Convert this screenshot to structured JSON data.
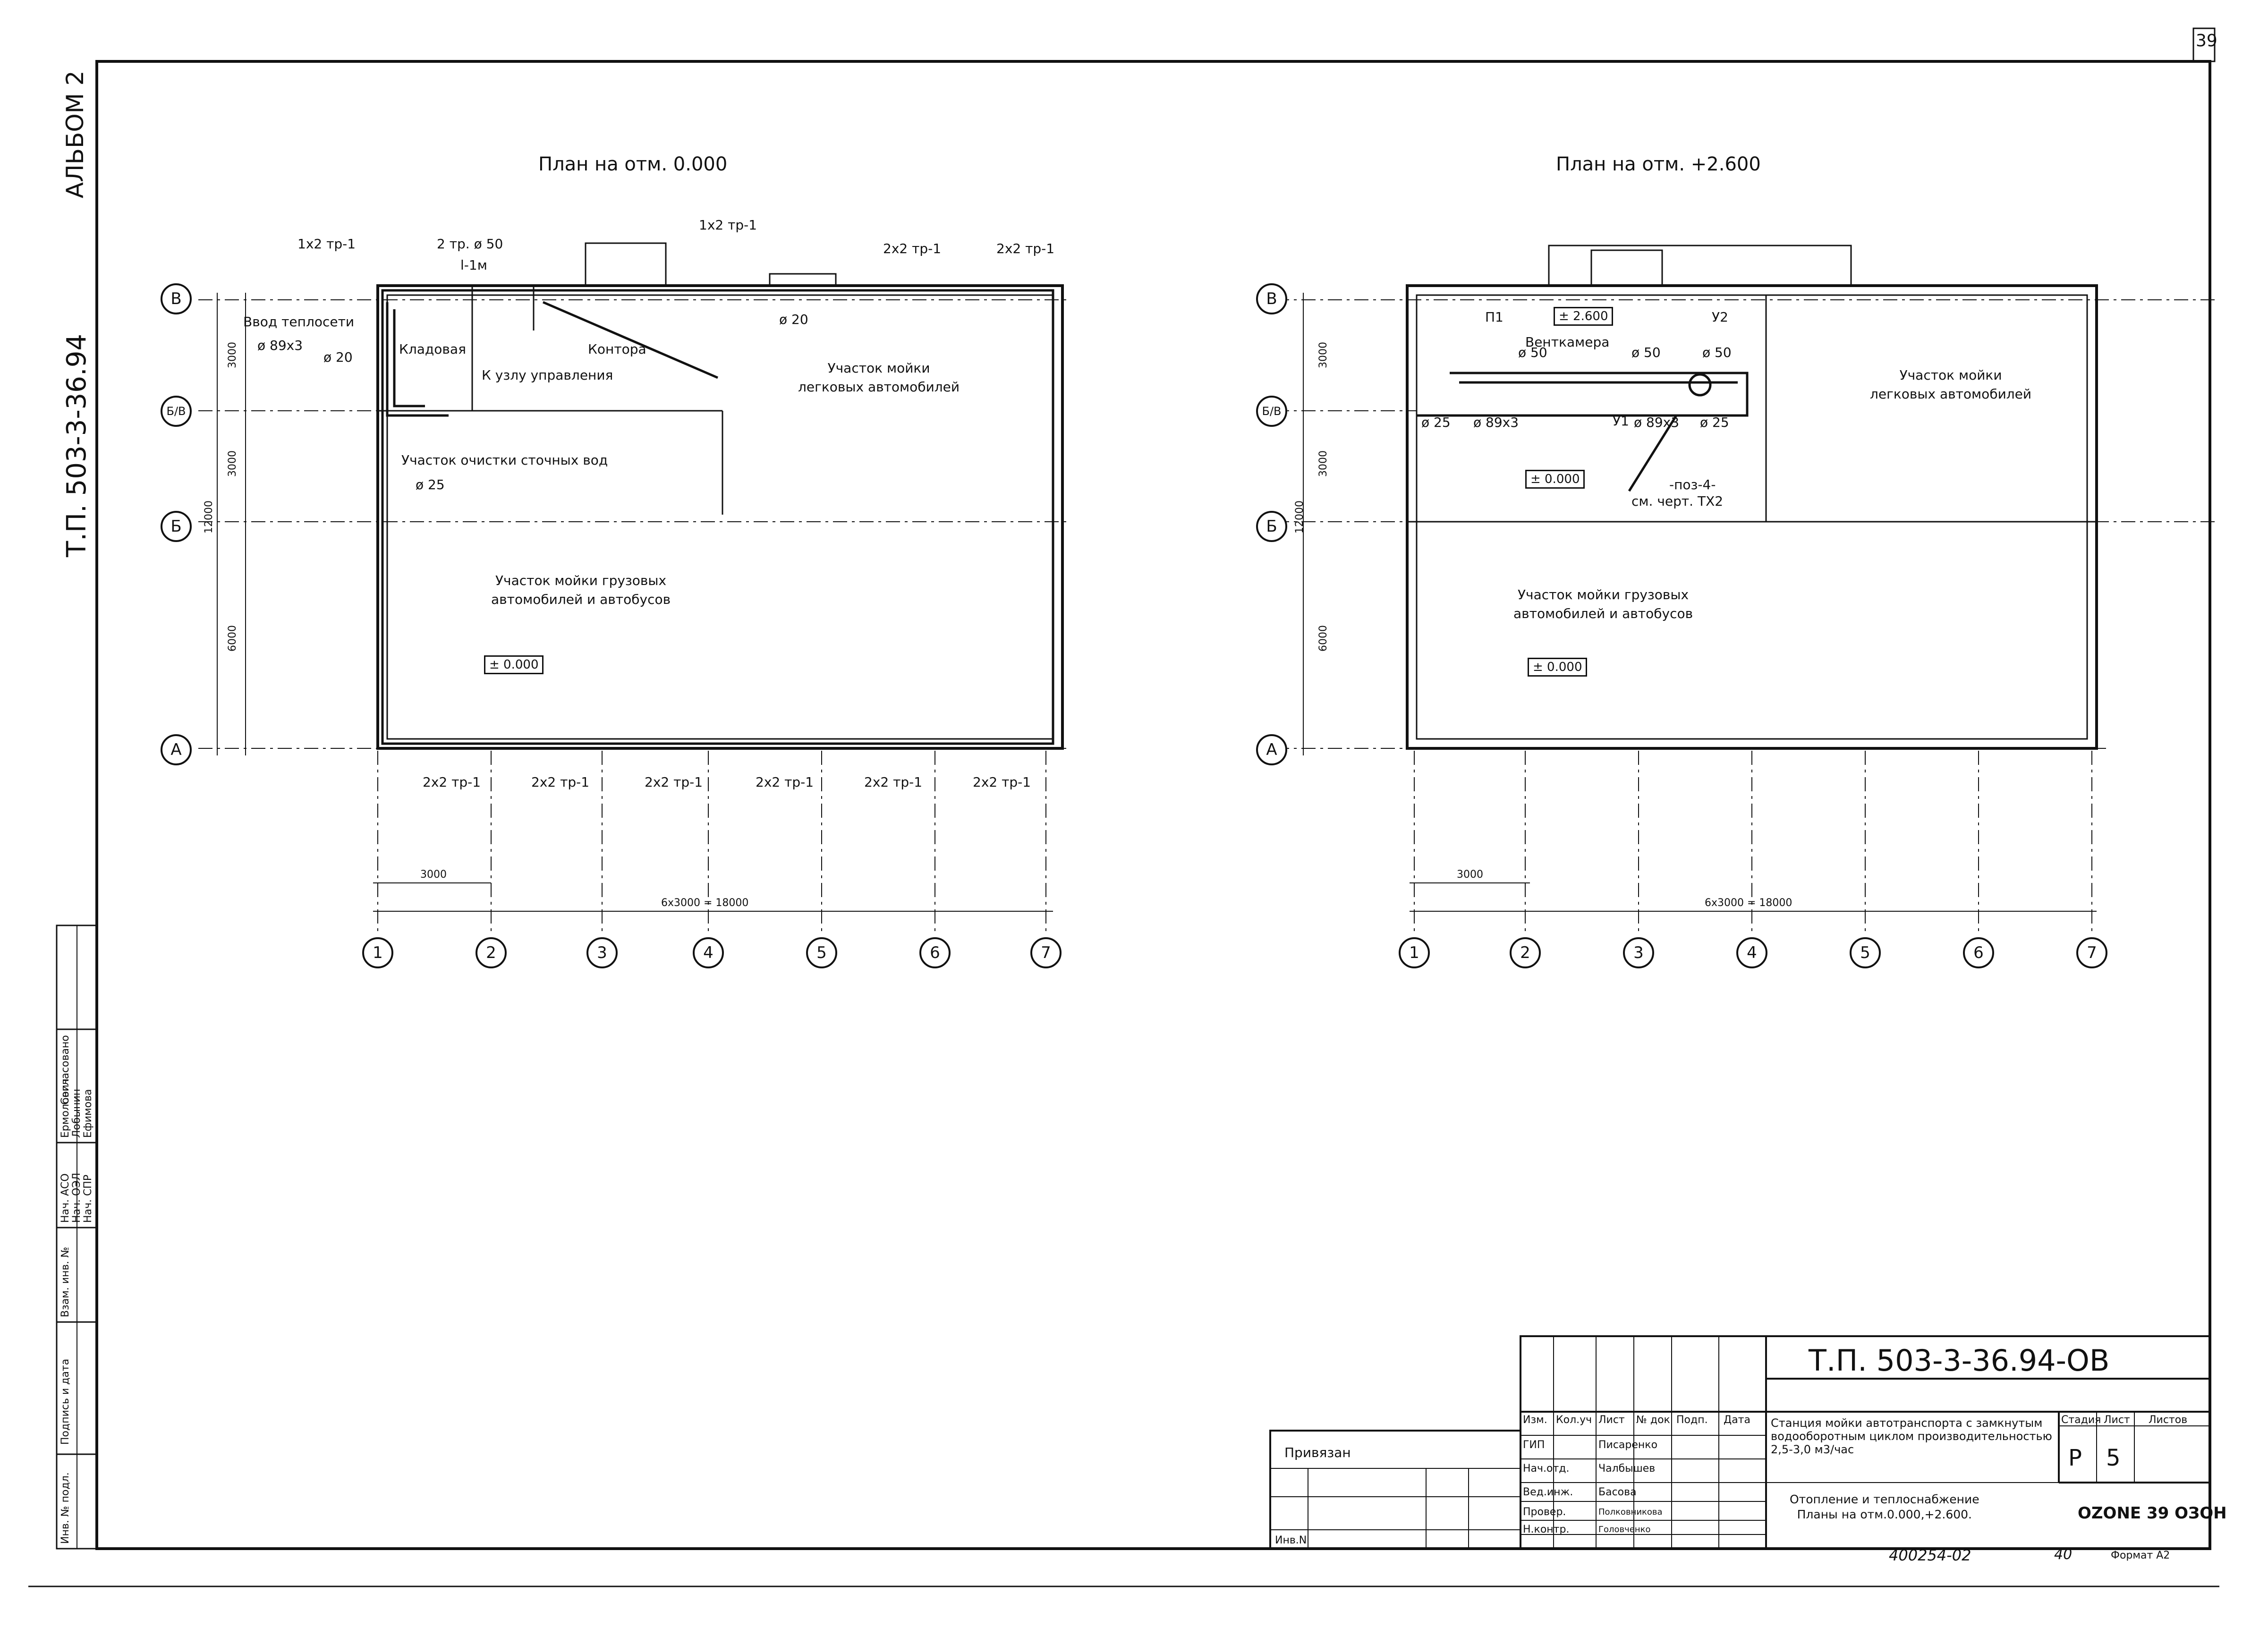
{
  "sheet": {
    "page_number": "39",
    "album": "АЛЬБОМ 2",
    "project_code_vertical": "Т.П. 503-3-36.94",
    "format": "Формат А2",
    "archive_no": "400254-02",
    "archive_sheet": "40"
  },
  "plan1": {
    "title": "План на отм. 0.000",
    "axes_rows": [
      "В",
      "Б/В",
      "Б",
      "А"
    ],
    "axes_cols": [
      "1",
      "2",
      "3",
      "4",
      "5",
      "6",
      "7"
    ],
    "dims_vertical": [
      "3000",
      "3000",
      "12000",
      "6000"
    ],
    "dim_3000": "3000",
    "dim_total": "6x3000 = 18000",
    "rooms": {
      "storage": "Кладовая",
      "office": "Контора",
      "cars": "Участок мойки\nлегковых автомобилей",
      "treatment": "Участок очистки сточных вод",
      "trucks": "Участок мойки грузовых\nавтомобилей и автобусов"
    },
    "level": "± 0.000",
    "labels": {
      "pipe_1x2_a": "1х2 тр-1",
      "pipe_2tr": "2 тр. ø 50",
      "pipe_l1m": "l-1м",
      "pipe_1x2_b": "1х2 тр-1",
      "pipe_2x2_a": "2х2 тр-1",
      "pipe_2x2_b": "2х2 тр-1",
      "heat_inlet": "Ввод теплосети",
      "d89": "ø 89х3",
      "d20a": "ø 20",
      "d20b": "ø 20",
      "to_control": "К узлу управления",
      "d25": "ø 25",
      "bottom_pipe": "2х2 тр-1"
    }
  },
  "plan2": {
    "title": "План на отм. +2.600",
    "axes_rows": [
      "В",
      "Б/В",
      "Б",
      "А"
    ],
    "axes_cols": [
      "1",
      "2",
      "3",
      "4",
      "5",
      "6",
      "7"
    ],
    "dims_vertical": [
      "3000",
      "3000",
      "12000",
      "6000"
    ],
    "dim_3000": "3000",
    "dim_total": "6x3000 = 18000",
    "rooms": {
      "vent": "Венткамера",
      "cars": "Участок мойки\nлегковых автомобилей",
      "trucks": "Участок мойки грузовых\nавтомобилей и автобусов"
    },
    "level_top": "± 2.600",
    "level_mid": "± 0.000",
    "level_bottom": "± 0.000",
    "labels": {
      "p1": "П1",
      "u2": "У2",
      "u1": "У1",
      "d50a": "ø 50",
      "d50b": "ø 50",
      "d50c": "ø 50",
      "d25a": "ø 25",
      "d89": "ø 89х3",
      "d89b": "ø 89х3",
      "d25b": "ø 25",
      "pos4": "-поз-4-",
      "see": "см. черт. ТХ2"
    }
  },
  "stamp": {
    "code": "Т.П. 503-3-36.94-ОВ",
    "header_cols": [
      "Изм.",
      "Кол.уч",
      "Лист",
      "№ док",
      "Подп.",
      "Дата"
    ],
    "roles": [
      "ГИП",
      "Нач.отд.",
      "Вед.инж.",
      "",
      "Провер.",
      "Н.контр."
    ],
    "names": [
      "Писаренко",
      "Чалбышев",
      "Басова",
      "",
      "Полковникова",
      "Головченко"
    ],
    "project_name": "Станция мойки автотранспорта с замкнутым водооборотным циклом производительностью 2,5-3,0 м3/час",
    "sheet_name": "Отопление и теплоснабжение\nПланы на отм.0.000,+2.600.",
    "stage_hdr": "Стадия",
    "sheet_hdr": "Лист",
    "sheets_hdr": "Листов",
    "stage": "Р",
    "sheet": "5",
    "linked": "Привязан",
    "inv": "Инв.N",
    "logo": "OZONE 39 ОЗОН"
  },
  "side_stamp": {
    "items": [
      "Инв. № подл.",
      "Подпись и дата",
      "Взам. инв. №"
    ],
    "roles": [
      "Нач. АСО",
      "Нач. ОЭЛ",
      "Нач. СПР"
    ],
    "names": [
      "Ермолович",
      "Лобынин",
      "Ефимова"
    ],
    "agreed": "Согласовано"
  }
}
